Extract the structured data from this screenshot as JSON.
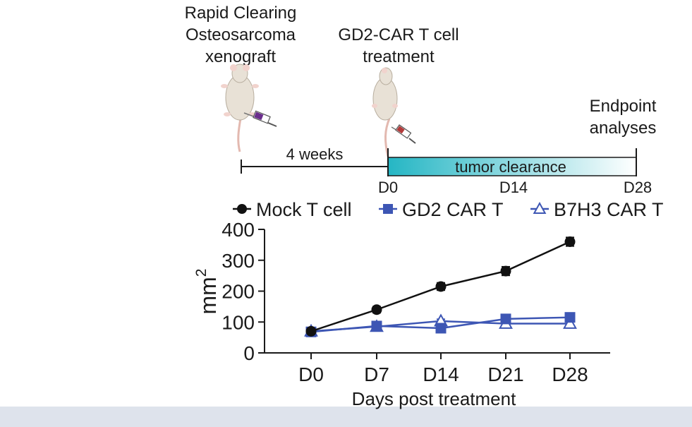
{
  "schematic": {
    "xenograft_lines": [
      "Rapid Clearing",
      "Osteosarcoma",
      "xenograft"
    ],
    "treatment_lines": [
      "GD2-CAR T cell",
      "treatment"
    ],
    "endpoint_lines": [
      "Endpoint",
      "analyses"
    ],
    "interval_label": "4 weeks",
    "clearance_label": "tumor clearance",
    "timeline_ticks": [
      "D0",
      "D14",
      "D28"
    ],
    "colors": {
      "bar_start": "#25b6c4",
      "bar_end": "#ffffff",
      "mouse": "#e8e1d6",
      "syringe": "#6a2d8c"
    }
  },
  "chart_data": {
    "type": "line",
    "title": "",
    "xlabel": "Days post treatment",
    "ylabel": "mm",
    "ylabel_superscript": "2",
    "categories": [
      "D0",
      "D7",
      "D14",
      "D21",
      "D28"
    ],
    "ylim": [
      0,
      400
    ],
    "yticks": [
      0,
      100,
      200,
      300,
      400
    ],
    "legend_position": "top",
    "series": [
      {
        "name": "Mock T cell",
        "marker": "circle-filled",
        "color": "#111111",
        "values": [
          70,
          140,
          215,
          265,
          360
        ],
        "errors": [
          8,
          10,
          12,
          14,
          14
        ]
      },
      {
        "name": "GD2 CAR T",
        "marker": "square-filled",
        "color": "#3d56b4",
        "values": [
          68,
          87,
          80,
          110,
          115
        ],
        "errors": [
          6,
          8,
          10,
          10,
          10
        ]
      },
      {
        "name": "B7H3 CAR T",
        "marker": "triangle-open",
        "color": "#3d56b4",
        "values": [
          70,
          85,
          103,
          95,
          95
        ],
        "errors": [
          6,
          6,
          6,
          6,
          6
        ]
      }
    ]
  }
}
